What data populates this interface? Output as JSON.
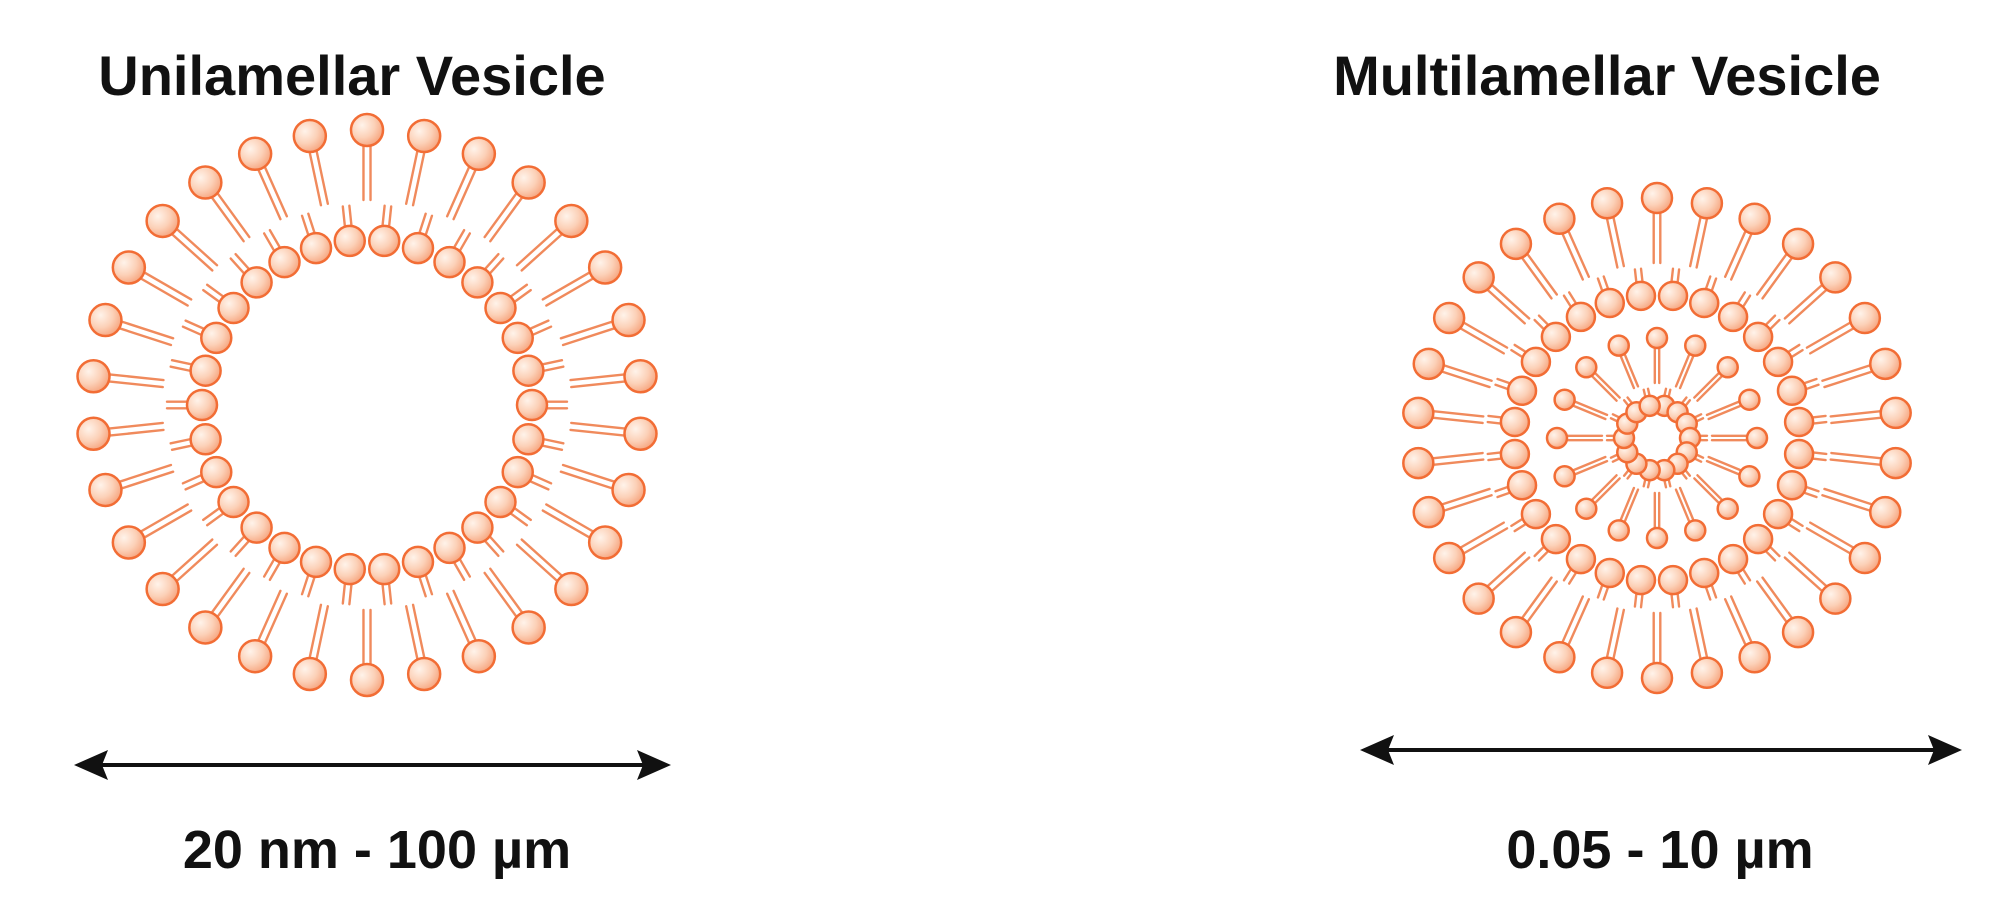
{
  "diagram": {
    "colors": {
      "lipid_head_fill": "#fcd1b8",
      "lipid_head_stroke": "#f26d35",
      "lipid_tail": "#f08a5c",
      "text": "#111111",
      "background": "#ffffff"
    },
    "panels": [
      {
        "id": "unilamellar",
        "title": "Unilamellar Vesicle",
        "size_range": "20 nm - 100 µm",
        "bilayer_count": 1
      },
      {
        "id": "multilamellar",
        "title": "Multilamellar Vesicle",
        "size_range": "0.05 - 10 µm",
        "bilayer_count": 2
      }
    ]
  }
}
